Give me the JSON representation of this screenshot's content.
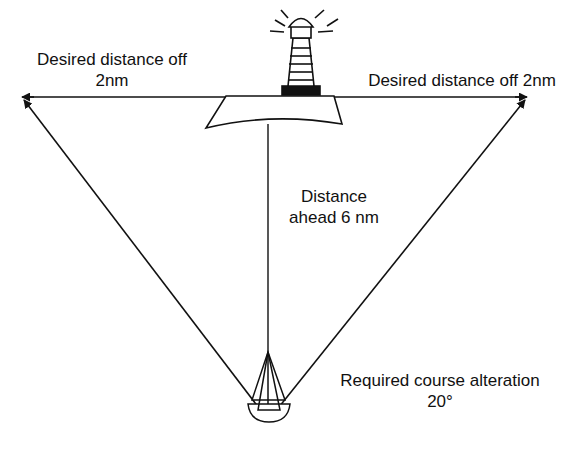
{
  "diagram": {
    "labels": [
      "Desired distance off 2nm",
      "Desired distance off 2nm",
      "Distance ahead 6 nm",
      "Required course alteration 20°"
    ]
  }
}
